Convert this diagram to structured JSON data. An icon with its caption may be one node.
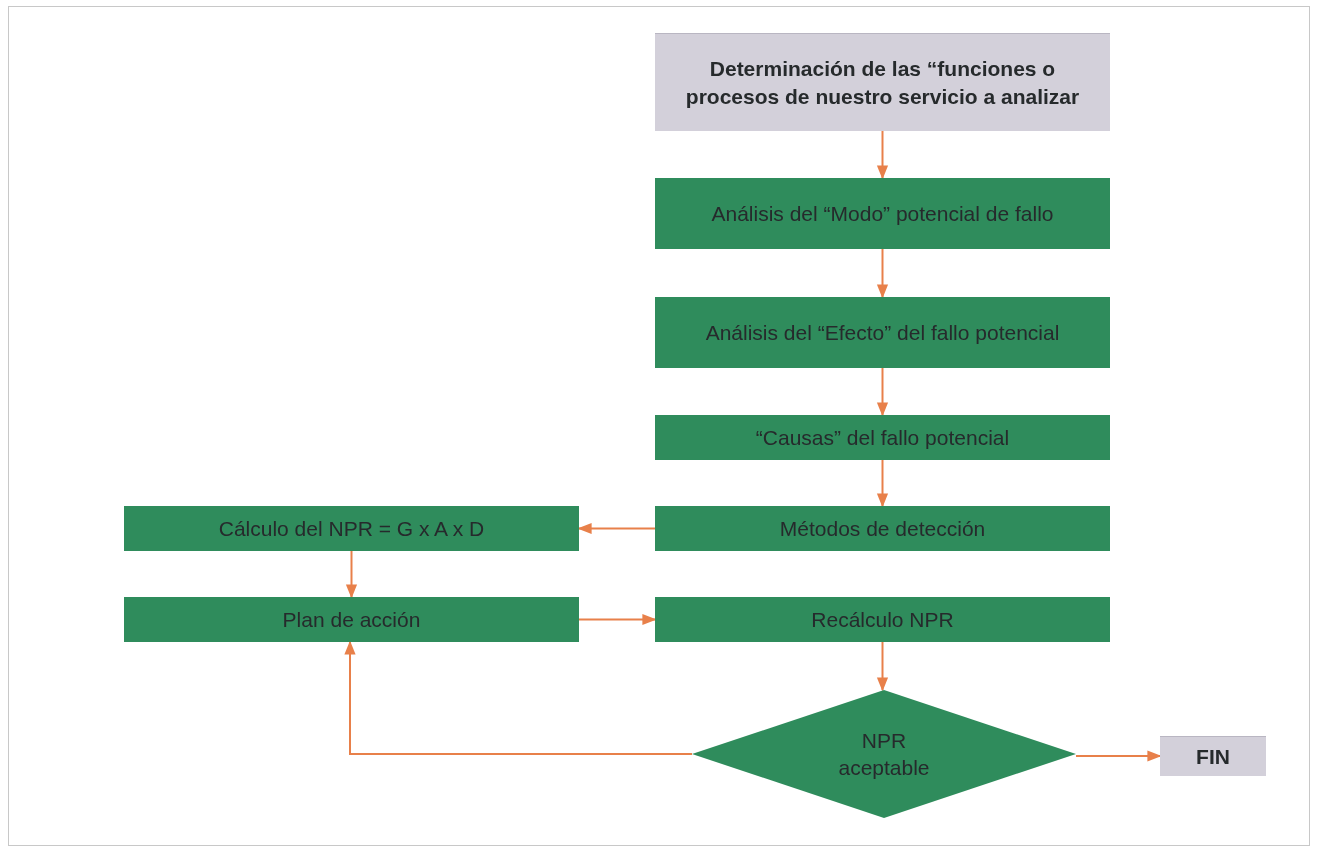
{
  "diagram": {
    "nodes": [
      {
        "text": [
          "Determinación de las “funciones o procesos de nuestro servicio a analizar"
        ]
      },
      {
        "text": [
          "Análisis del “Modo” potencial de fallo"
        ]
      },
      {
        "text": [
          "Análisis del “Efecto” del fallo potencial"
        ]
      },
      {
        "text": [
          "“Causas” del fallo potencial"
        ]
      },
      {
        "text": [
          "Métodos de detección"
        ]
      },
      {
        "text": [
          "Cálculo del NPR = G x A x D"
        ]
      },
      {
        "text": [
          "Plan de acción"
        ]
      },
      {
        "text": [
          "Recálculo NPR"
        ]
      },
      {
        "text": [
          "NPR aceptable"
        ]
      },
      {
        "text": [
          "FIN"
        ]
      }
    ],
    "edges": [
      {
        "from": 0,
        "to": 1,
        "arrow": "to"
      },
      {
        "from": 1,
        "to": 2,
        "arrow": "to"
      },
      {
        "from": 2,
        "to": 3,
        "arrow": "to"
      },
      {
        "from": 3,
        "to": 4,
        "arrow": "to"
      },
      {
        "from": 4,
        "to": 5,
        "arrow": "to"
      },
      {
        "from": 5,
        "to": 6,
        "arrow": "to"
      },
      {
        "from": 6,
        "to": 7,
        "arrow": "to"
      },
      {
        "from": 7,
        "to": 8,
        "arrow": "to"
      },
      {
        "from": 8,
        "to": 6,
        "arrow": "to"
      },
      {
        "from": 8,
        "to": 9,
        "arrow": "to"
      }
    ]
  }
}
